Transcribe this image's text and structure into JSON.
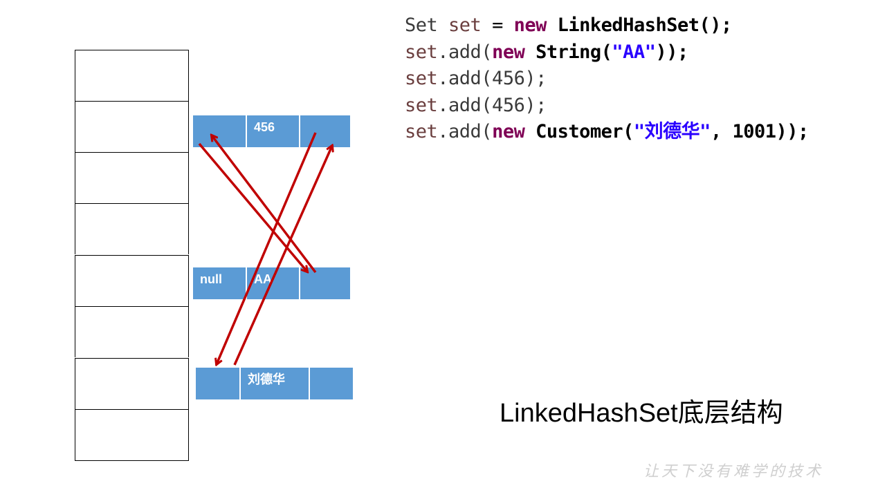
{
  "code": {
    "line1": {
      "type": "Set",
      "var": "set",
      "eq": " = ",
      "kw": "new",
      "cls": "LinkedHashSet",
      "tail": "();"
    },
    "line2": {
      "var": "set",
      "call": ".add(",
      "kw": "new",
      "cls": "String",
      "open": "(",
      "str": "\"AA\"",
      "tail": "));"
    },
    "line3": {
      "var": "set",
      "call": ".add(456);"
    },
    "line4": {
      "var": "set",
      "call": ".add(456);"
    },
    "line5": {
      "var": "set",
      "call": ".add(",
      "kw": "new",
      "cls": "Customer",
      "open": "(",
      "str": "\"刘德华\"",
      "comma": ", ",
      "num": "1001",
      "tail": "));"
    }
  },
  "nodes": {
    "n456": {
      "cells": [
        "",
        "456",
        ""
      ]
    },
    "naa": {
      "cells": [
        "null",
        "AA",
        ""
      ]
    },
    "nldh": {
      "cells": [
        "",
        "刘德华",
        ""
      ]
    }
  },
  "caption": "LinkedHashSet底层结构",
  "watermark": "让天下没有难学的技术",
  "colors": {
    "node_fill": "#5b9bd5",
    "arrow": "#c00000",
    "keyword": "#7f0055",
    "string": "#2a00ff"
  }
}
